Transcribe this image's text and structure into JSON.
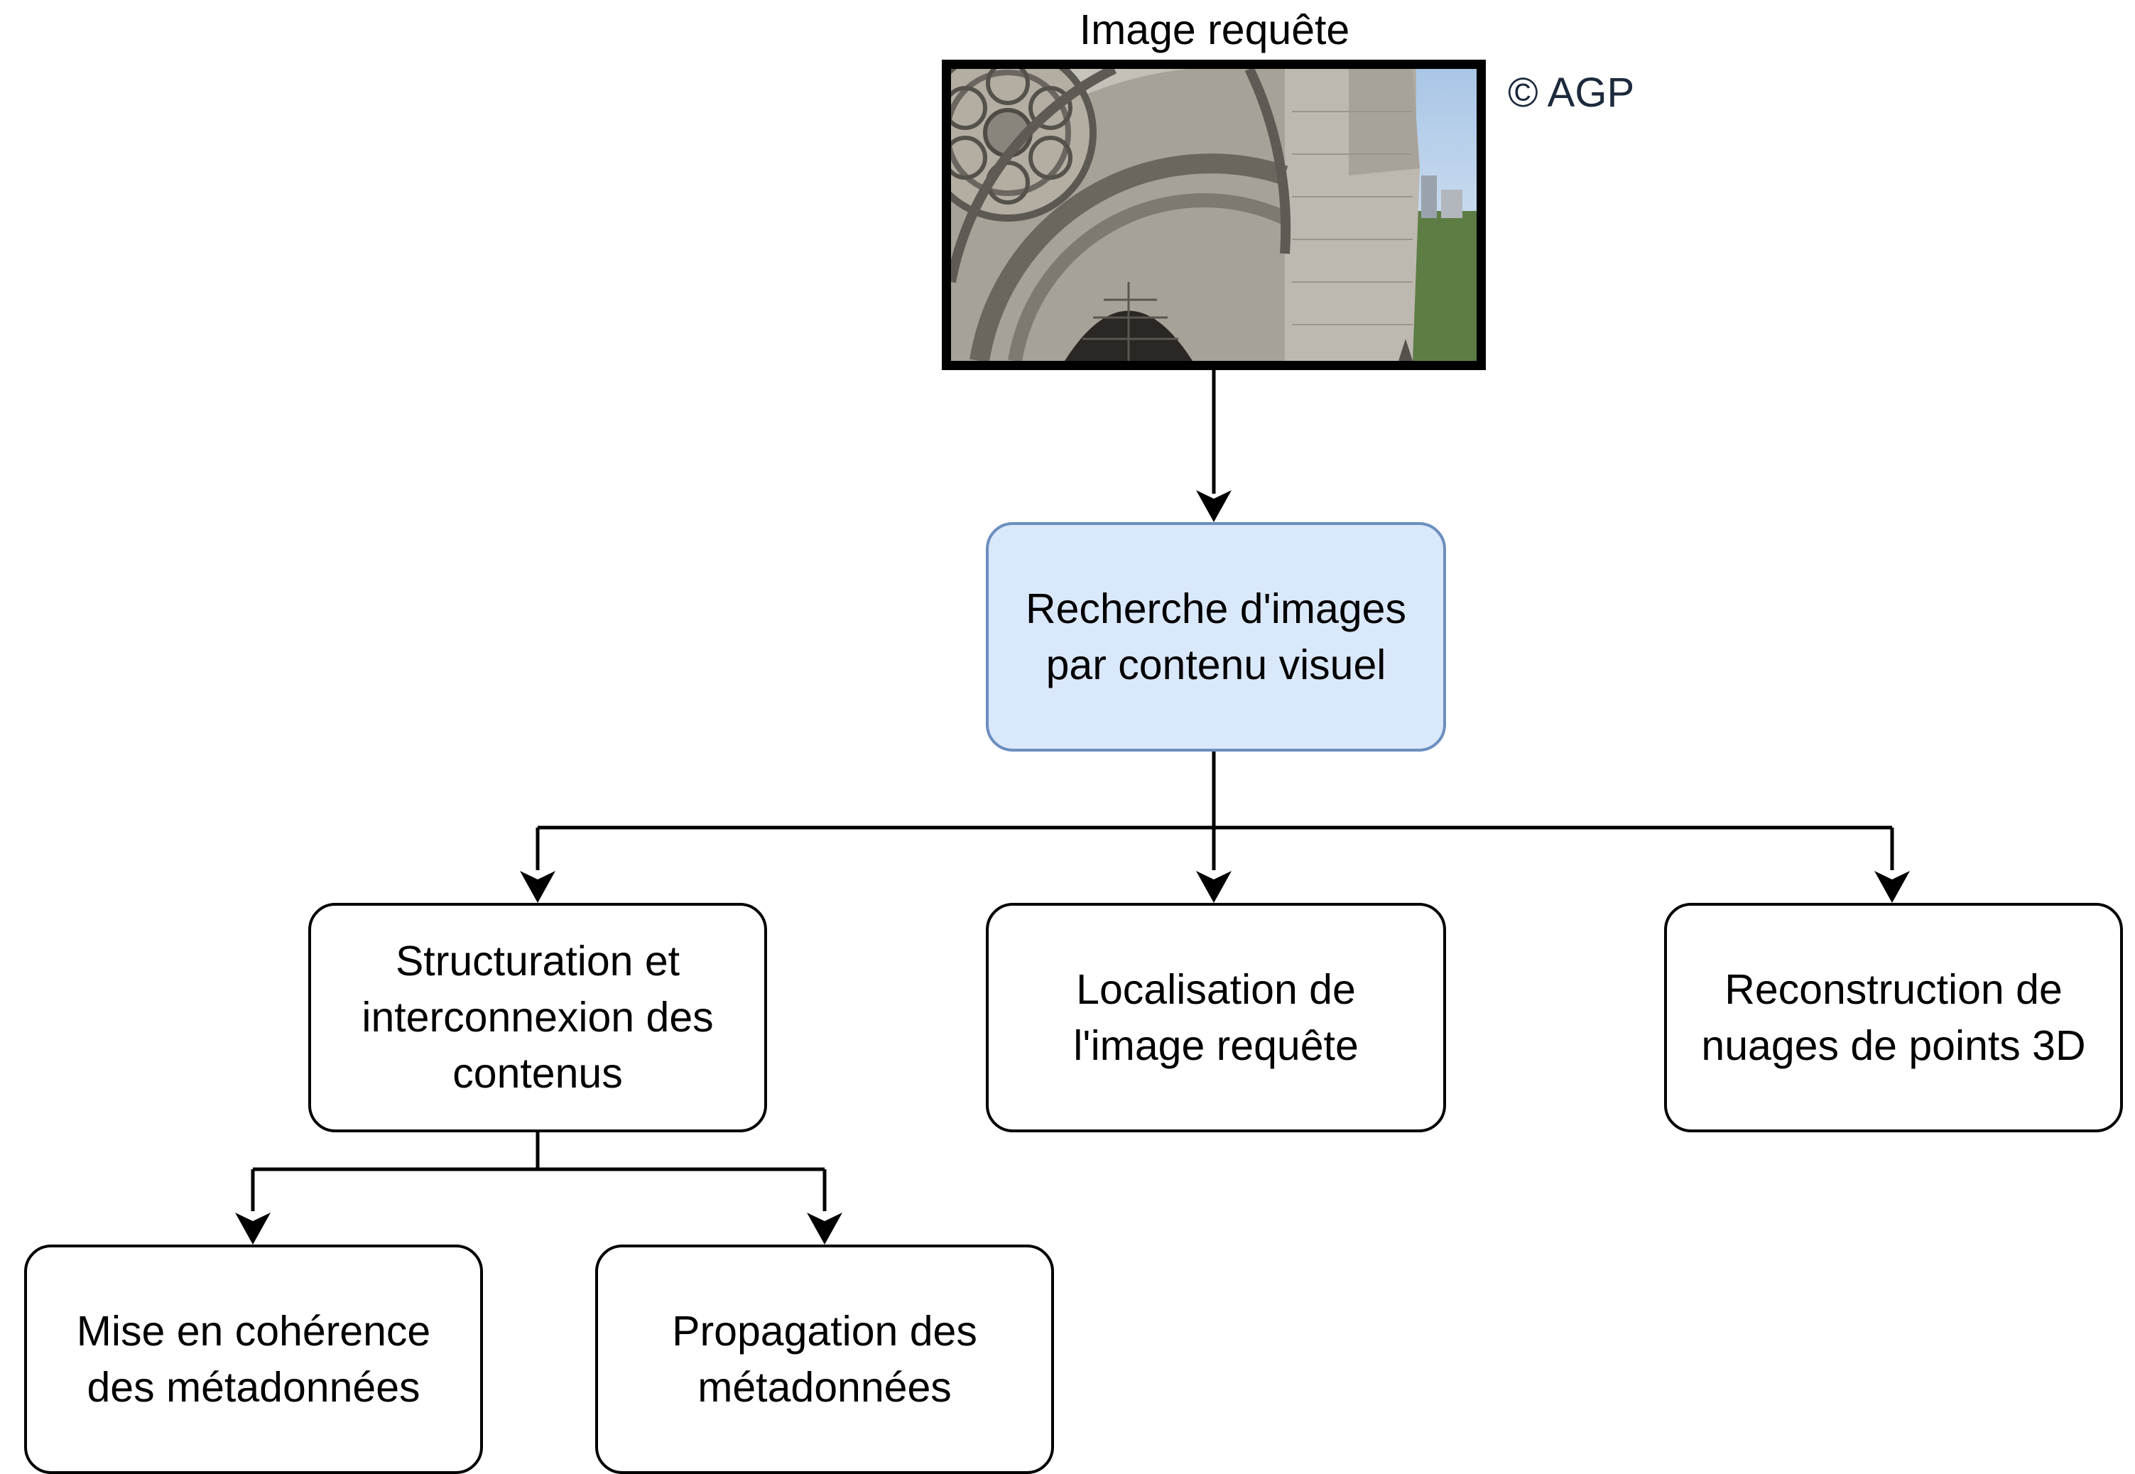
{
  "image": {
    "title": "Image requête",
    "credit": "© AGP"
  },
  "nodes": {
    "search": "Recherche d'images\npar contenu visuel",
    "structuring": "Structuration et\ninterconnexion des\ncontenus",
    "localisation": "Localisation de\nl'image requête",
    "reconstruction": "Reconstruction de\nnuages de points 3D",
    "coherence": "Mise en cohérence\ndes métadonnées",
    "propagation": "Propagation des\nmétadonnées"
  },
  "colors": {
    "main_fill": "#dae8fc",
    "main_stroke": "#6c8ebf",
    "edge": "#000000"
  }
}
